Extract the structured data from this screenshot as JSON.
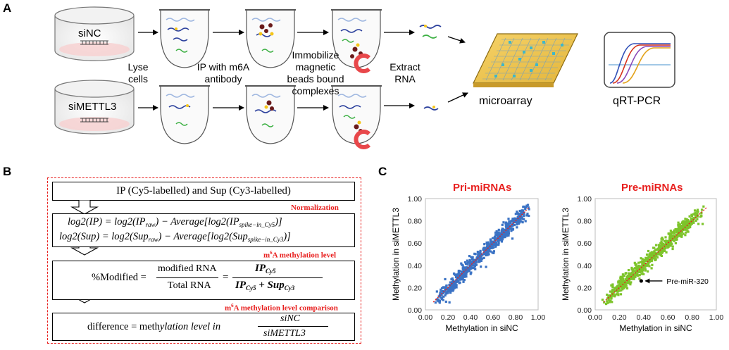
{
  "panels": {
    "a": "A",
    "b": "B",
    "c": "C"
  },
  "panel_a": {
    "cond1": "siNC",
    "cond2": "siMETTL3",
    "step_lyse": "Lyse\ncells",
    "step_ip": "IP with m6A\nantibody",
    "step_immob": "Immobilize\nmagnetic\nbeads bound\ncomplexes",
    "step_extract": "Extract\nRNA",
    "microarray": "microarray",
    "qrtpcr": "qRT-PCR"
  },
  "panel_b": {
    "box1": "IP (Cy5-labelled) and Sup (Cy3-labelled)",
    "h_norm": "Normalization",
    "eq1": "log2(IP) = log2(IPraw) − Average[log2(IPspike−in_Cy5)]",
    "eq2": "log2(Sup) = log2(Supraw) − Average[log2(Supspike−in_Cy3)]",
    "h_level": "m6A methylation level",
    "modified_lhs": "%Modified =",
    "frac1_num": "modified RNA",
    "frac1_den": "Total RNA",
    "frac2_num": "IPCy5",
    "frac2_den": "IPCy5 + SupCy3",
    "h_comp": "m6A methylation level comparison",
    "diff_lhs": "difference = methylation level in",
    "diff_num": "siNC",
    "diff_den": "siMETTL3"
  },
  "colors": {
    "accent_red": "#e8201f",
    "pri_points": "#3a72c4",
    "pre_points": "#7dc42a",
    "trend": "#e8201f"
  },
  "chart_data": [
    {
      "type": "scatter",
      "title": "Pri-miRNAs",
      "xlabel": "Methylation in siNC",
      "ylabel": "Methylation in siMETTL3",
      "xlim": [
        0.0,
        1.0
      ],
      "ylim": [
        0.0,
        1.0
      ],
      "xticks": [
        "0.00",
        "0.20",
        "0.40",
        "0.60",
        "0.80",
        "1.00"
      ],
      "yticks": [
        "0.00",
        "0.20",
        "0.40",
        "0.60",
        "0.80",
        "1.00"
      ],
      "series": [
        {
          "color": "#3a72c4",
          "n_points": 650,
          "x_range": [
            0.1,
            0.9
          ],
          "trend": "y≈x"
        }
      ]
    },
    {
      "type": "scatter",
      "title": "Pre-miRNAs",
      "xlabel": "Methylation in siNC",
      "ylabel": "Methylation in siMETTL3",
      "xlim": [
        0.0,
        1.0
      ],
      "ylim": [
        0.0,
        1.0
      ],
      "xticks": [
        "0.00",
        "0.20",
        "0.40",
        "0.60",
        "0.80",
        "1.00"
      ],
      "yticks": [
        "0.00",
        "0.20",
        "0.40",
        "0.60",
        "0.80",
        "1.00"
      ],
      "series": [
        {
          "color": "#7dc42a",
          "n_points": 650,
          "x_range": [
            0.08,
            0.85
          ],
          "trend": "y≈x"
        }
      ],
      "annotations": [
        {
          "text": "Pre-miR-320",
          "x": 0.38,
          "y": 0.26
        }
      ]
    }
  ]
}
